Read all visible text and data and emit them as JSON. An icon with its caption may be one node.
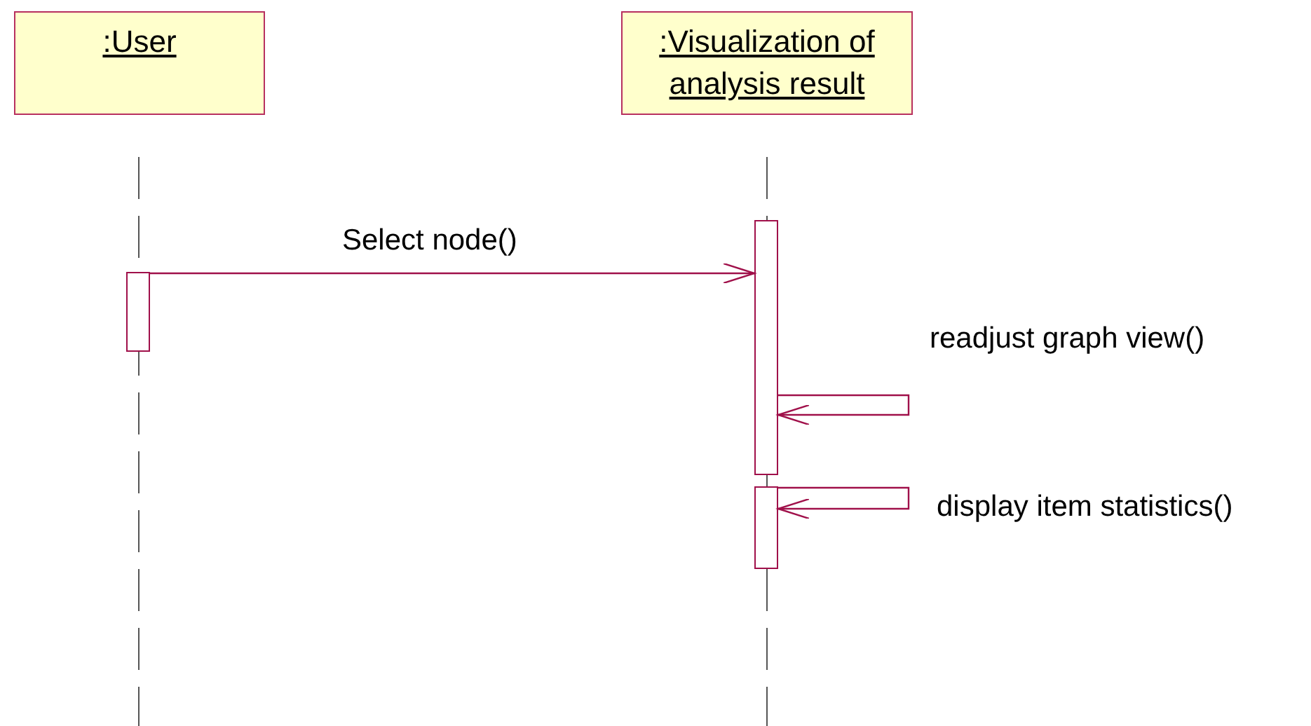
{
  "diagram": {
    "nodes": [
      {
        "text": [
          ":User"
        ]
      },
      {
        "text": [
          ":Visualization of analysis result"
        ]
      },
      {
        "text": [],
        "shape": "bar"
      },
      {
        "text": [],
        "shape": "bar"
      },
      {
        "text": [],
        "shape": "bar"
      }
    ],
    "edges": [
      {
        "from": 2,
        "to": 3,
        "arrow": "to",
        "label": "Select node()"
      },
      {
        "from": 3,
        "to": 3,
        "arrow": "to",
        "label": "readjust graph view()"
      },
      {
        "from": 4,
        "to": 4,
        "arrow": "to",
        "label": "display item statistics()"
      }
    ]
  }
}
